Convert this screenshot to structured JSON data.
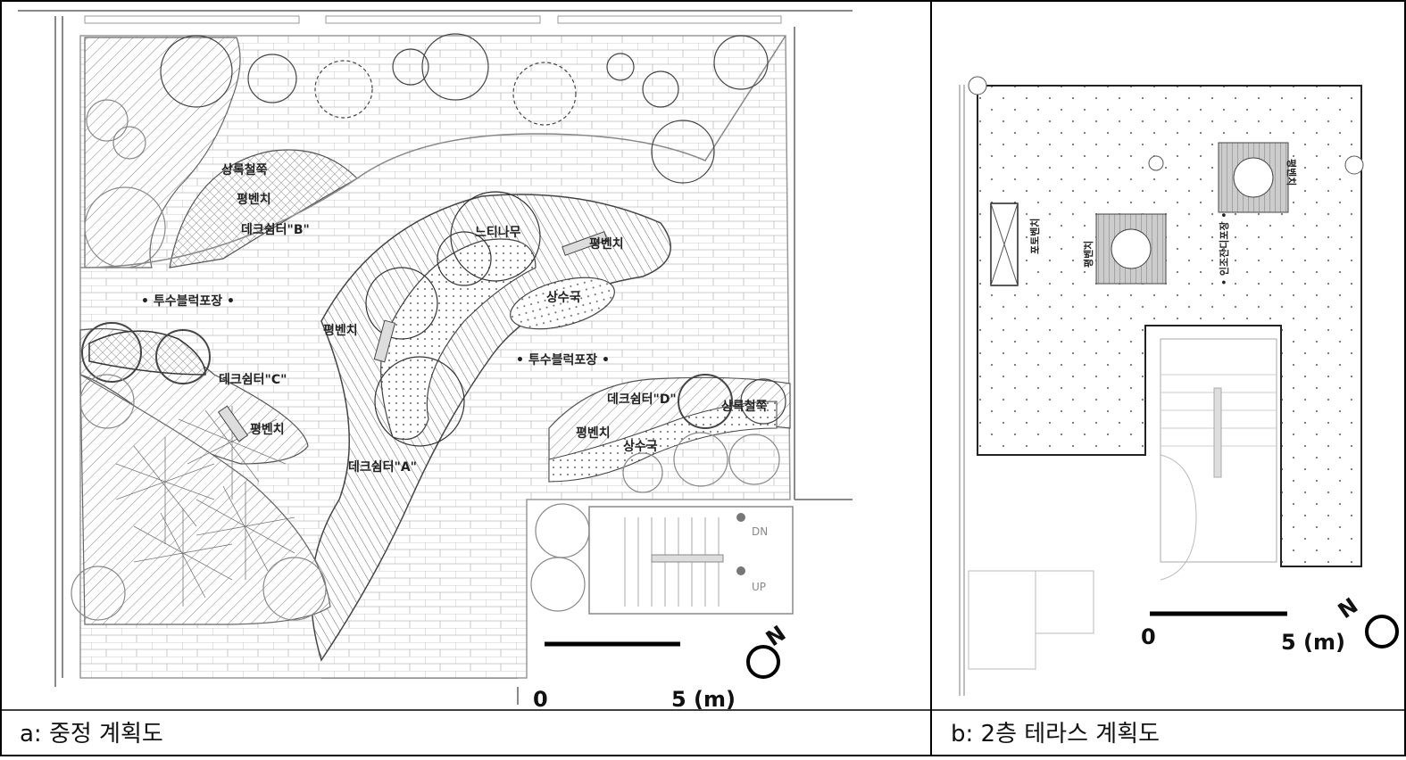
{
  "panel_a": {
    "caption": "a: 중정 계획도",
    "labels": {
      "sangrok_top": "상록철쭉",
      "bench_b": "평벤치",
      "deck_b": "데크쉼터\"B\"",
      "neuti": "느티나무",
      "bench_a_right": "평벤치",
      "paving_left": "• 투수블럭포장 •",
      "water_plant": "상수국",
      "bench_center": "평벤치",
      "paving_right": "• 투수블럭포장 •",
      "deck_c": "데크쉼터\"C\"",
      "bench_c": "평벤치",
      "deck_d": "데크쉼터\"D\"",
      "sangrok_right": "상록철쭉",
      "bench_d": "평벤치",
      "water_plant_d": "상수국",
      "deck_a": "데크쉼터\"A\"",
      "dn": "DN",
      "up": "UP"
    },
    "scale": {
      "zero": "0",
      "end": "5 (m)"
    },
    "north": "N"
  },
  "panel_b": {
    "caption": "b: 2층 테라스 계획도",
    "labels": {
      "bench_vertical": "포토벤치",
      "paving": "• 인조잔디포장 •",
      "bench_1": "평벤치",
      "bench_2": "평벤치"
    },
    "scale": {
      "zero": "0",
      "end": "5 (m)"
    },
    "north": "N"
  },
  "colors": {
    "line": "#222222",
    "grey": "#888888",
    "border": "#000000"
  }
}
